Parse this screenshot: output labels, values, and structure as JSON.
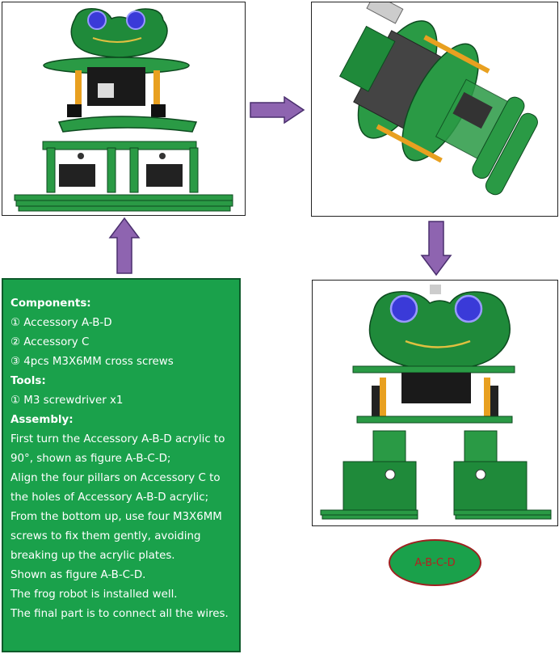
{
  "instructions": {
    "lines": [
      {
        "text": "Components:",
        "style": "heading"
      },
      {
        "text": "① Accessory A-B-D",
        "style": "normal"
      },
      {
        "text": "② Accessory C",
        "style": "normal"
      },
      {
        "text": "③ 4pcs M3X6MM cross screws",
        "style": "normal"
      },
      {
        "text": "Tools:",
        "style": "heading"
      },
      {
        "text": "① M3 screwdriver x1",
        "style": "normal"
      },
      {
        "text": "Assembly:",
        "style": "heading"
      },
      {
        "text": "First turn the Accessory A-B-D acrylic to",
        "style": "normal"
      },
      {
        "text": "90°, shown as figure A-B-C-D;",
        "style": "normal"
      },
      {
        "text": "Align the four pillars on Accessory C to",
        "style": "normal"
      },
      {
        "text": "the holes of Accessory A-B-D acrylic;",
        "style": "normal"
      },
      {
        "text": "From the bottom up, use four M3X6MM",
        "style": "normal"
      },
      {
        "text": "screws to fix them gently, avoiding",
        "style": "normal"
      },
      {
        "text": "breaking up the acrylic plates.",
        "style": "normal"
      },
      {
        "text": "Shown as figure A-B-C-D.",
        "style": "normal"
      },
      {
        "text": "The frog robot is installed well.",
        "style": "normal"
      },
      {
        "text": "The final part is to connect all the wires.",
        "style": "normal"
      }
    ]
  },
  "figure_label": "A-B-C-D",
  "colors": {
    "panel_green": "#1aa14b",
    "board_green": "#1f8a3a",
    "arrow_purple": "#8e64b0",
    "label_red": "#b52020"
  },
  "images": {
    "top_left": "frog-robot-partial-assembly",
    "top_right": "frog-robot-rotated-90-degrees",
    "bottom_right": "frog-robot-assembled-front-view"
  }
}
